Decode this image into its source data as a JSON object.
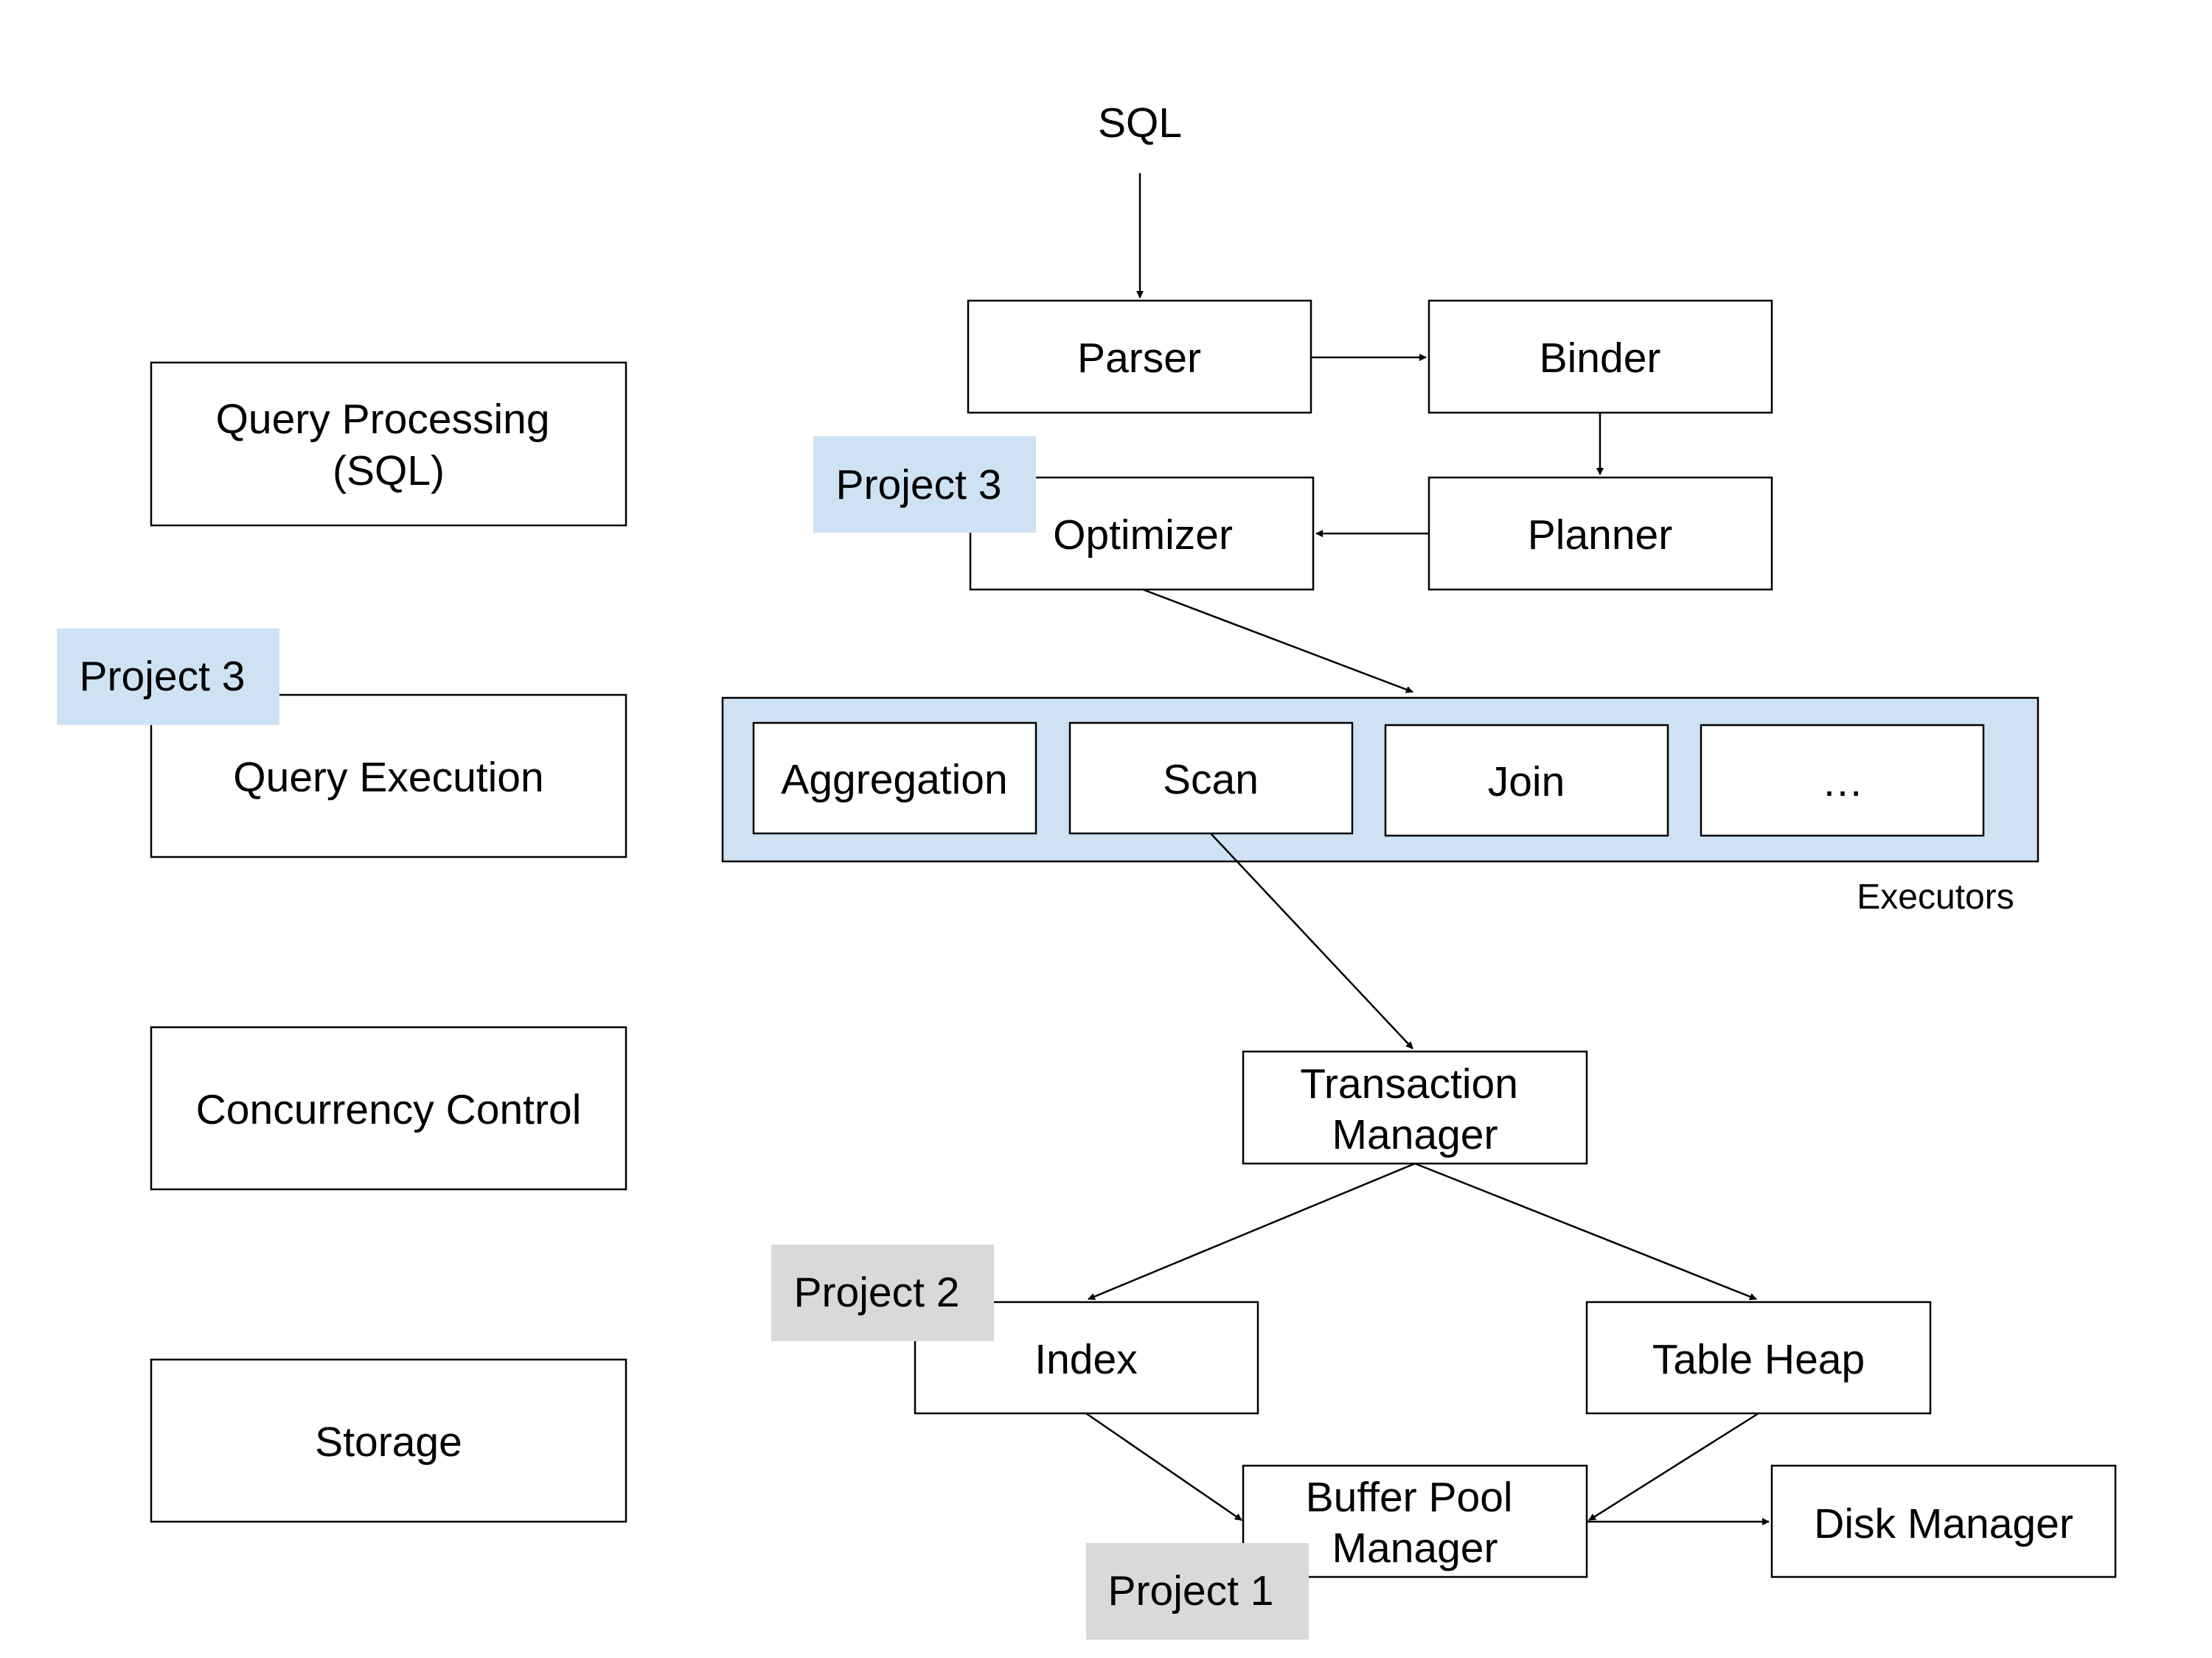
{
  "colors": {
    "project_blue": "#cfe2f3",
    "project_gray": "#d9d9d9",
    "executors_bg": "#cfe2f3",
    "border": "#000000"
  },
  "layers": {
    "query_processing": [
      "Query Processing",
      "(SQL)"
    ],
    "query_execution": "Query Execution",
    "concurrency_control": "Concurrency Control",
    "storage": "Storage"
  },
  "flow": {
    "sql": "SQL",
    "parser": "Parser",
    "binder": "Binder",
    "planner": "Planner",
    "optimizer": "Optimizer",
    "executors": {
      "caption": "Executors",
      "items": [
        "Aggregation",
        "Scan",
        "Join",
        "…"
      ]
    },
    "transaction_manager": [
      "Transaction",
      "Manager"
    ],
    "index": "Index",
    "table_heap": "Table Heap",
    "buffer_pool_manager": [
      "Buffer Pool",
      "Manager"
    ],
    "disk_manager": "Disk Manager"
  },
  "projects": {
    "optimizer_tag": "Project 3",
    "query_execution_tag": "Project 3",
    "index_tag": "Project 2",
    "buffer_pool_tag": "Project 1"
  }
}
